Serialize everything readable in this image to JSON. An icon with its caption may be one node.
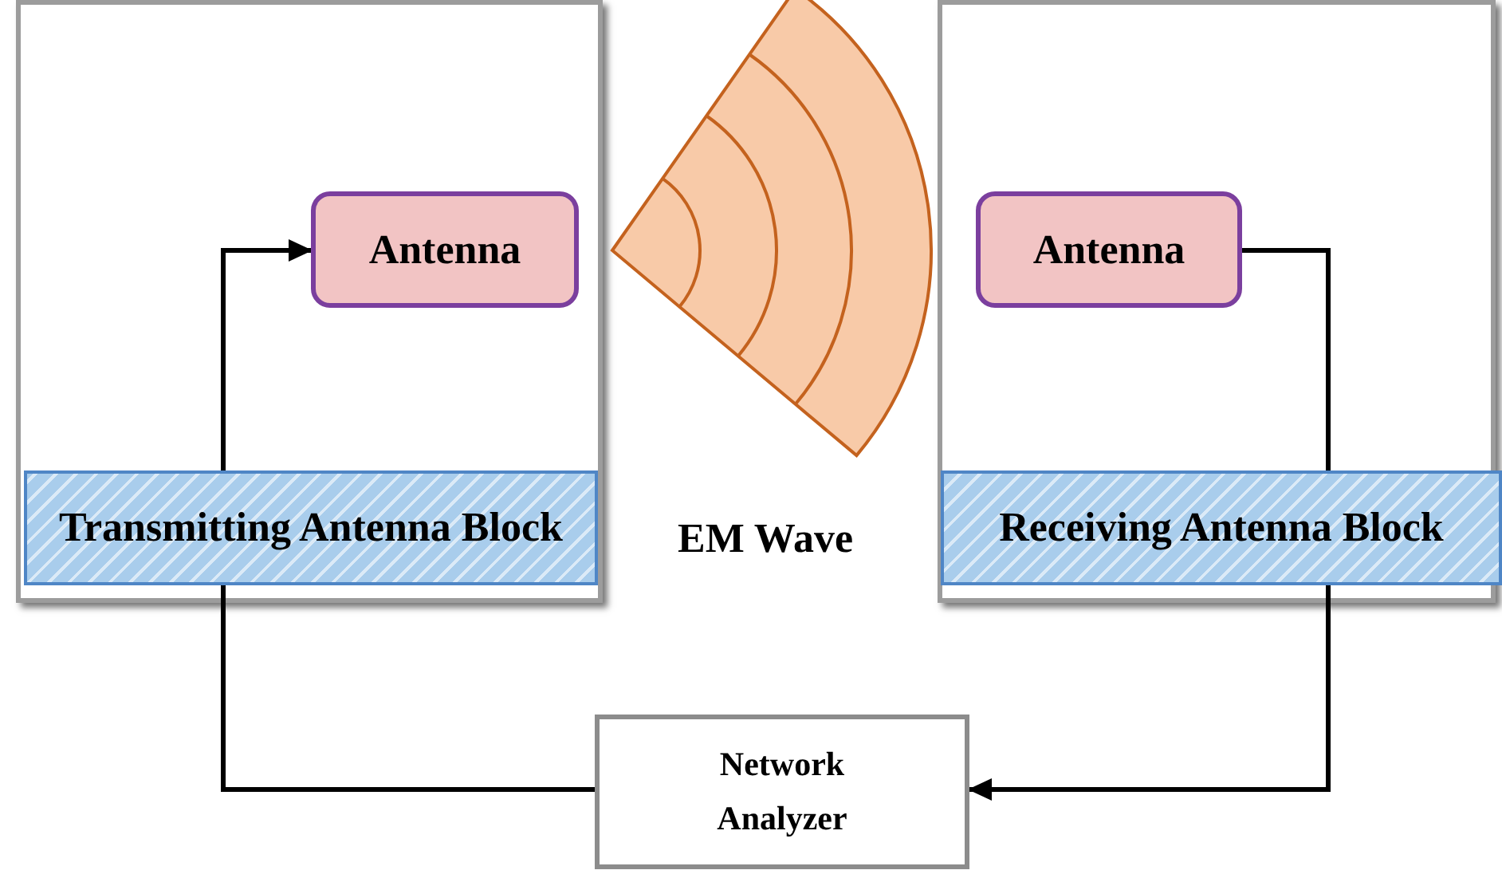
{
  "diagram": {
    "nodes": [
      {
        "text": [],
        "shape": "box"
      },
      {
        "text": [
          "Antenna"
        ],
        "in": 0
      },
      {
        "text": [
          "Transmitting Antenna Block"
        ],
        "in": 0
      },
      {
        "text": [],
        "shape": "box"
      },
      {
        "text": [
          "Antenna"
        ],
        "in": 3
      },
      {
        "text": [
          "Receiving Antenna Block"
        ],
        "in": 3
      },
      {
        "text": [
          "Network Analyzer"
        ]
      }
    ],
    "edges": [
      {
        "from": 6,
        "to": 2,
        "arrow": "none"
      },
      {
        "from": 2,
        "to": 1,
        "arrow": "to"
      },
      {
        "from": 4,
        "to": 5,
        "arrow": "none"
      },
      {
        "from": 5,
        "to": 6,
        "arrow": "to"
      }
    ],
    "labels": [
      "EM Wave"
    ]
  }
}
